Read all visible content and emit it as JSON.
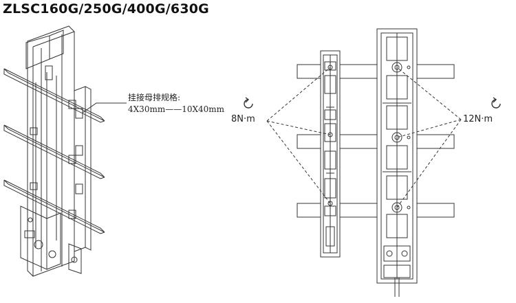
{
  "title": "ZLSC160G/250G/400G/630G",
  "spec_label": {
    "line1": "挂接母排规格:",
    "line2": "4X30mm——10X40mm"
  },
  "torque_left": "8N·m",
  "torque_right": "12N·m",
  "colors": {
    "line": "#333333",
    "background": "#ffffff"
  },
  "icons": [
    "rotation-arrow-icon"
  ]
}
